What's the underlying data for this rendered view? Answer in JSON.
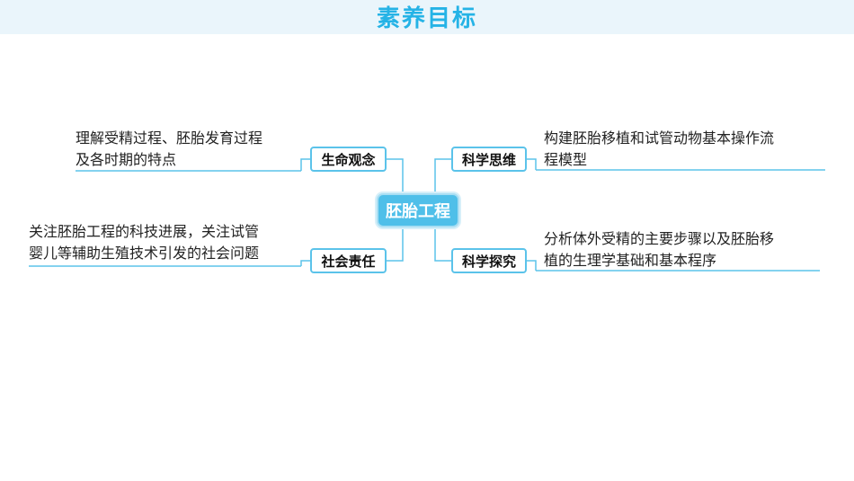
{
  "header": {
    "title": "素养目标"
  },
  "center": {
    "label": "胚胎工程"
  },
  "branches": {
    "life_concept": {
      "label": "生命观念",
      "lines": [
        "理解受精过程、胚胎发育过程",
        "及各时期的特点"
      ]
    },
    "social_responsibility": {
      "label": "社会责任",
      "lines": [
        "关注胚胎工程的科技进展，关注试管",
        "婴儿等辅助生殖技术引发的社会问题"
      ]
    },
    "scientific_thinking": {
      "label": "科学思维",
      "lines": [
        "构建胚胎移植和试管动物基本操作流",
        "程模型"
      ]
    },
    "scientific_inquiry": {
      "label": "科学探究",
      "lines": [
        "分析体外受精的主要步骤以及胚胎移",
        "植的生理学基础和基本程序"
      ]
    }
  },
  "colors": {
    "accent": "#25b3e6",
    "node_border": "#5bc3ea",
    "center_fill": "#4fbfe9",
    "header_band": "#eaf5fb"
  }
}
